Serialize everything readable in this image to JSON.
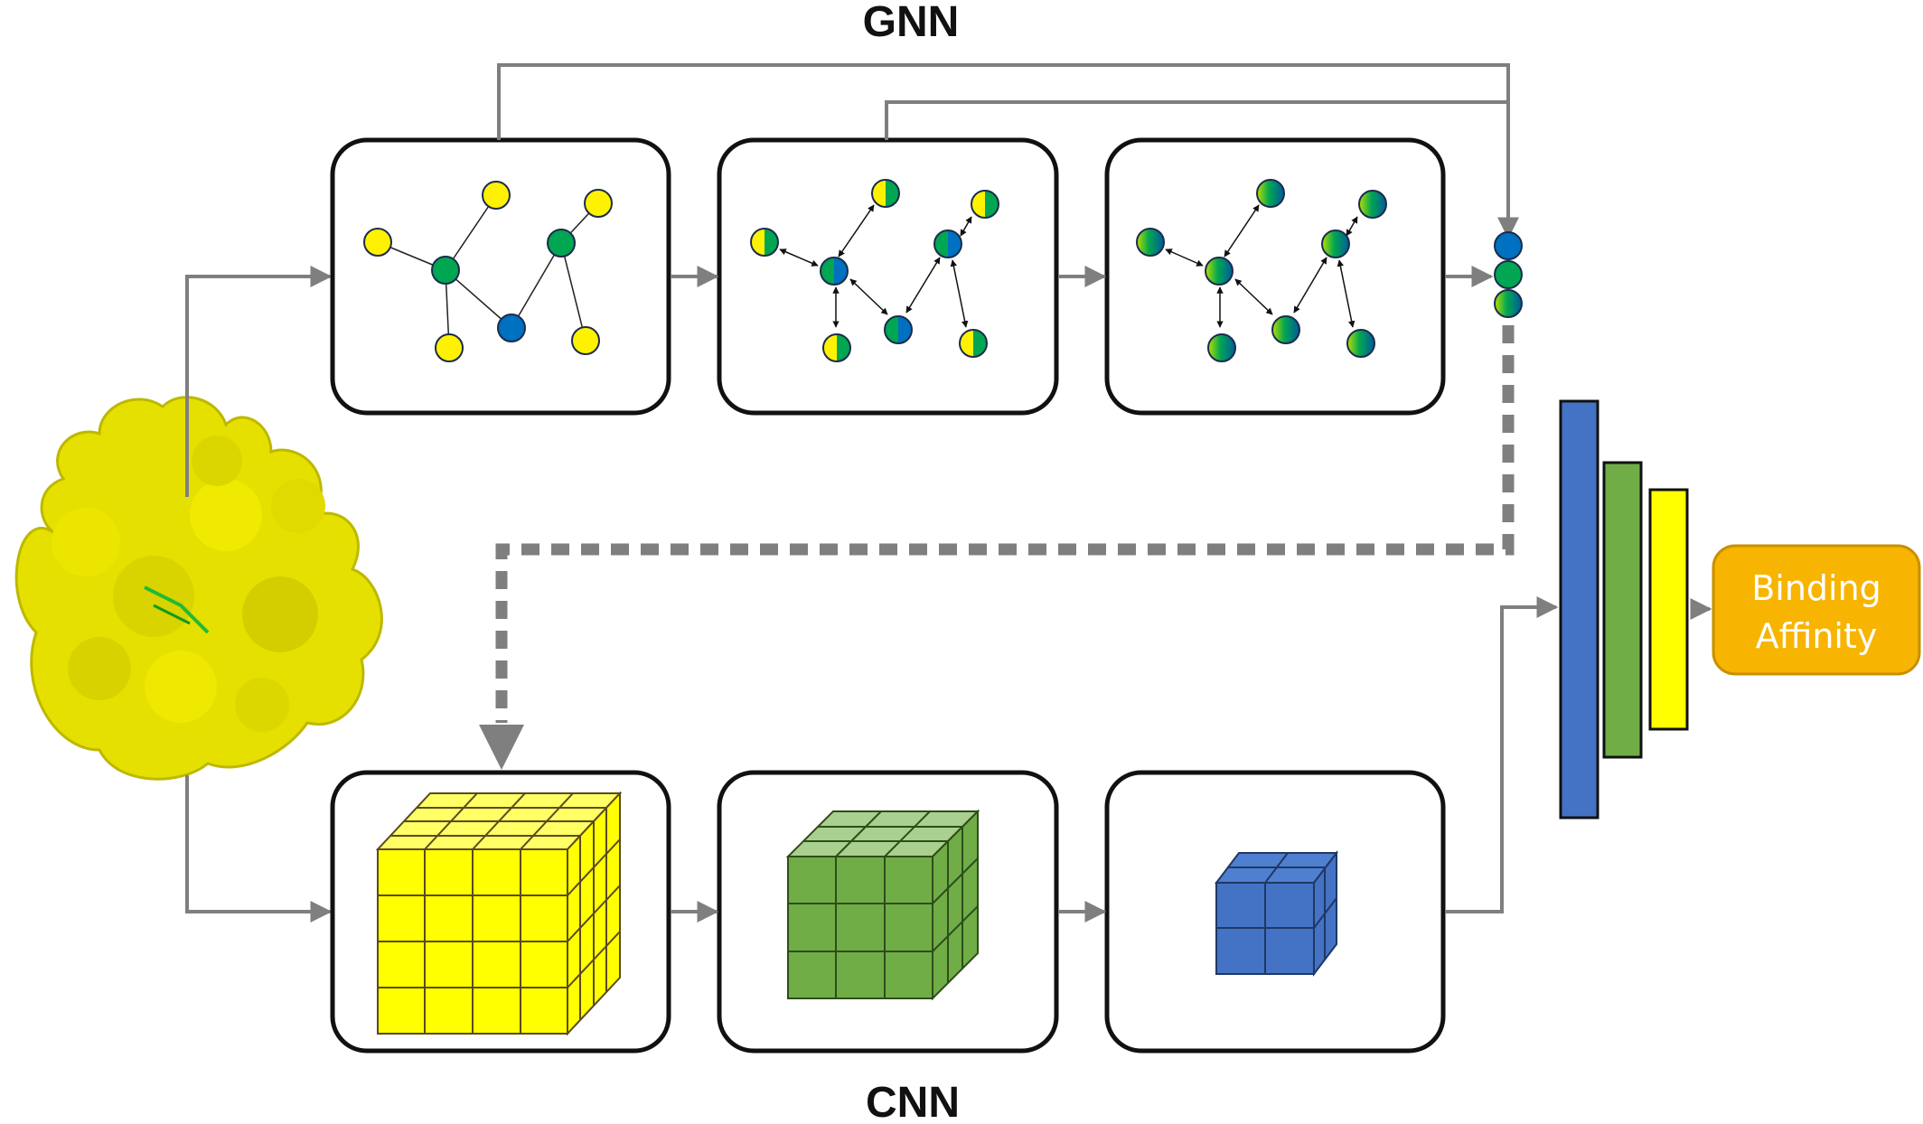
{
  "labels": {
    "gnn": "GNN",
    "cnn": "CNN",
    "affinity_line1": "Binding",
    "affinity_line2": "Affinity"
  },
  "colors": {
    "node_yellow": "#fff200",
    "node_green": "#00a651",
    "node_blue": "#0070c0",
    "cube_yellow": "#ffff00",
    "cube_green": "#70ad47",
    "cube_blue": "#4472c4",
    "fc_blue": "#4472c4",
    "fc_green": "#70ad47",
    "fc_yellow": "#ffff00",
    "affinity_box": "#f7b400",
    "arrow_gray": "#7f7f7f",
    "protein_yellow": "#e6e000"
  }
}
